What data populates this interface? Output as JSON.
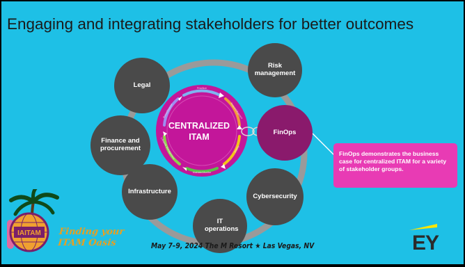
{
  "title": "Engaging and integrating stakeholders for better outcomes",
  "center": {
    "line1": "CENTRALIZED",
    "line2": "ITAM"
  },
  "cycle_labels": [
    "Prioritize",
    "Request/Approve",
    "Deploy",
    "Maintain/Monitor",
    "Lifecycle Management",
    "Retire/Dispose"
  ],
  "nodes": {
    "legal": "Legal",
    "risk": "Risk management",
    "finops": "FinOps",
    "cyber": "Cybersecurity",
    "it_ops": "IT operations",
    "infra": "Infrastructure",
    "finance": "Finance and procurement"
  },
  "callout": "FinOps demonstrates the business case for centralized ITAM for a variety of stakeholder groups.",
  "footer": "May 7–9, 2024   The M Resort  ★  Las Vegas, NV",
  "brand": {
    "ey": "EY",
    "event_logo": "IAITAM",
    "event_tagline_1": "Finding your",
    "event_tagline_2": "ITAM Oasis"
  },
  "colors": {
    "background": "#1ec0e6",
    "node": "#4a4a4a",
    "finops": "#8a1a6c",
    "callout": "#e83bb4",
    "hub": "#c3169a"
  }
}
